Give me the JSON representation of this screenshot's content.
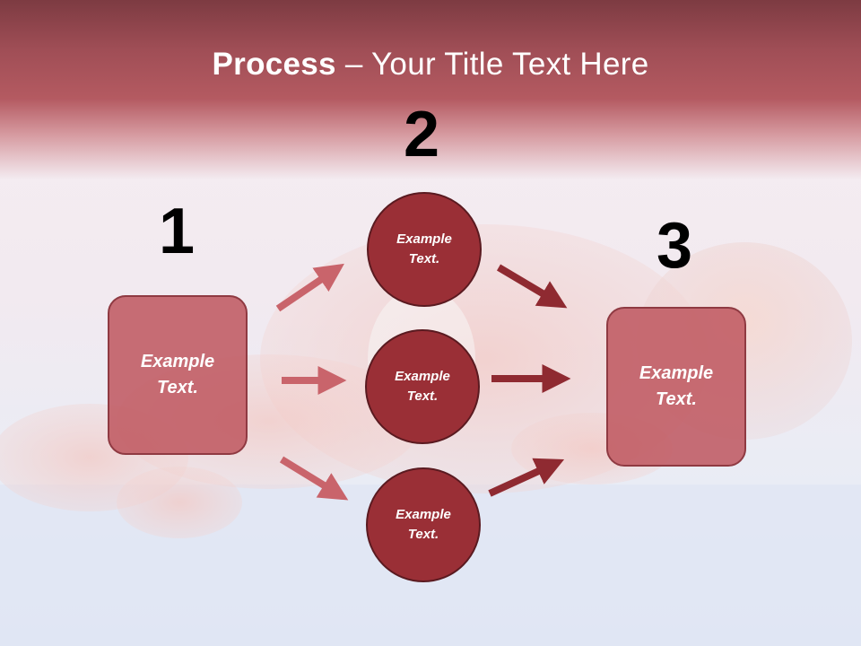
{
  "title": {
    "bold": "Process",
    "rest": " – Your Title Text Here"
  },
  "steps": {
    "one": "1",
    "two": "2",
    "three": "3"
  },
  "left_box": {
    "text": "Example Text."
  },
  "right_box": {
    "text": "Example Text."
  },
  "circles": [
    {
      "text": "Example Text."
    },
    {
      "text": "Example Text."
    },
    {
      "text": "Example Text."
    }
  ],
  "colors": {
    "header": "#b45a61",
    "box_fill": "#be565e",
    "circle_fill": "#9a2f36",
    "arrow_light": "#c9646b",
    "arrow_dark": "#8f2a31"
  }
}
